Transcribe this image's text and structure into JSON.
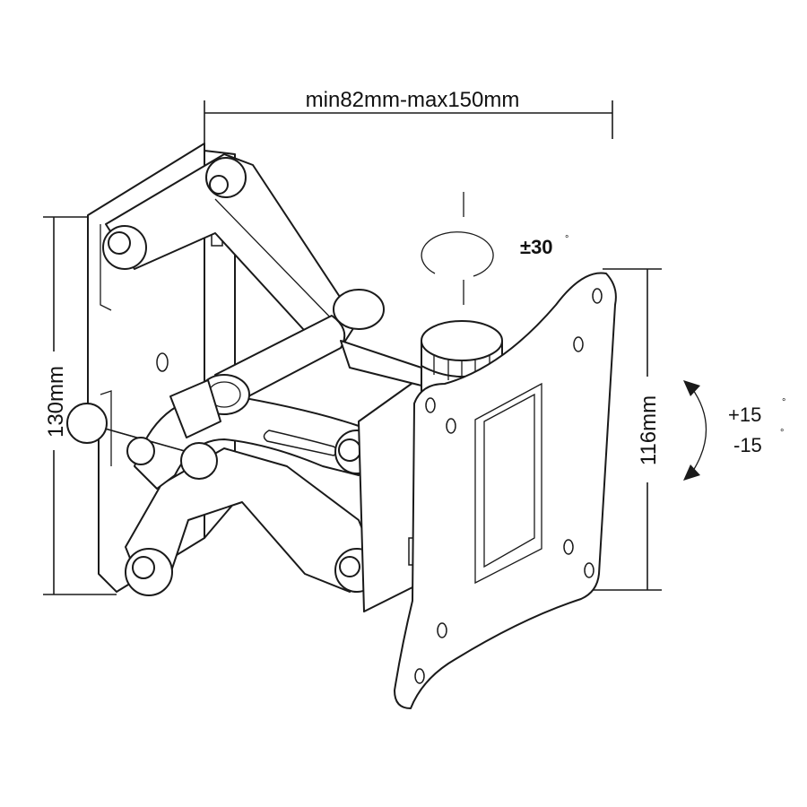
{
  "dimensions": {
    "width_range": "min82mm-max150mm",
    "height_left": "130mm",
    "height_right": "116mm",
    "swivel": "±30",
    "swivel_unit": "°",
    "tilt_up": "+15",
    "tilt_down": "-15",
    "tilt_unit": "°"
  },
  "colors": {
    "line": "#1a1a1a",
    "background": "#ffffff"
  }
}
